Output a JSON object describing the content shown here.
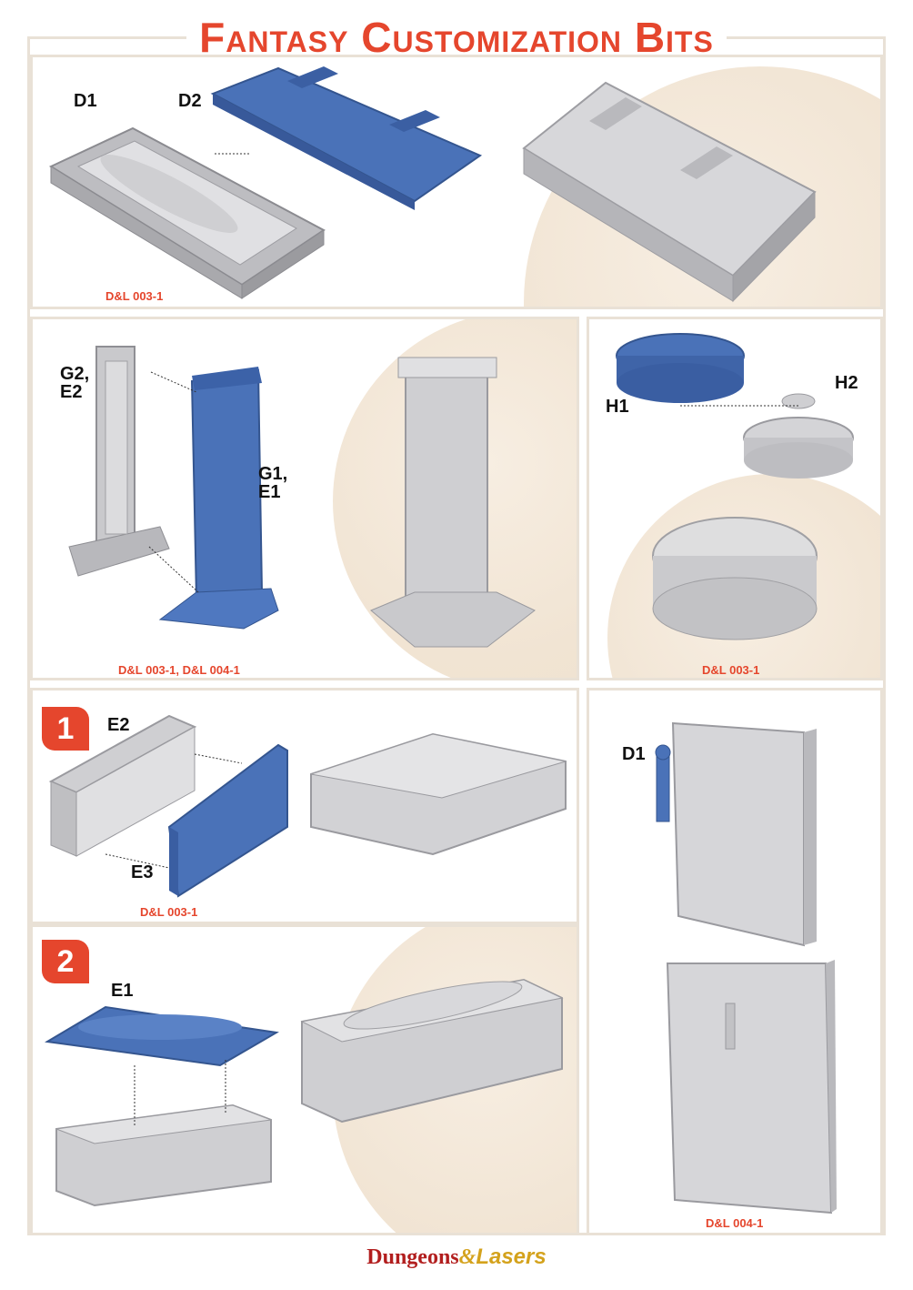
{
  "title": "Fantasy Customization Bits",
  "colors": {
    "accent": "#e5462d",
    "blue_part": "#4a72b8",
    "grey_part": "#c9c9cc",
    "panel_border": "#e9e1d6",
    "blob": "#f2e6d6"
  },
  "panels": {
    "coffin": {
      "labels": {
        "d1": "D1",
        "d2": "D2"
      },
      "code": "D&L 003-1"
    },
    "pillar": {
      "labels": {
        "g2e2": "G2,\nE2",
        "g1e1": "G1,\nE1"
      },
      "code": "D&L 003-1, D&L 004-1"
    },
    "altar": {
      "labels": {
        "h1": "H1",
        "h2": "H2"
      },
      "code": "D&L 003-1"
    },
    "tomb1": {
      "step": "1",
      "labels": {
        "e2": "E2",
        "e3": "E3"
      },
      "code": "D&L 003-1"
    },
    "tomb2": {
      "step": "2",
      "labels": {
        "e1": "E1"
      }
    },
    "wall": {
      "labels": {
        "d1": "D1"
      },
      "code": "D&L 004-1"
    }
  },
  "footer": {
    "dungeons": "Dungeons",
    "amp": "&",
    "lasers": "Lasers"
  }
}
